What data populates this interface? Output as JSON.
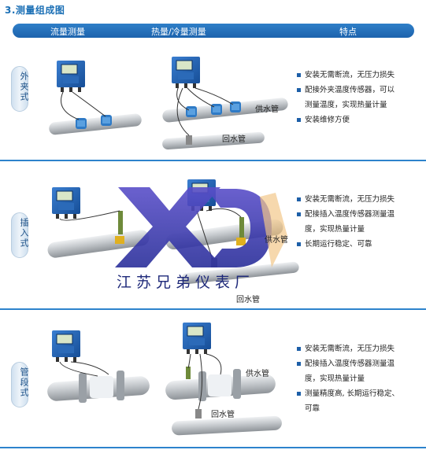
{
  "title": "3.测量组成图",
  "header": {
    "col1": "流量测量",
    "col2": "热量/冷量测量",
    "col3": "特点"
  },
  "sections": [
    {
      "tab": "外夹式",
      "supply_label": "供水管",
      "return_label": "回水管",
      "features": [
        [
          "安装无需断流，无压力损失"
        ],
        [
          "配接外夹温度传感器，可以",
          "测量温度，实现热量计量"
        ],
        [
          "安装维修方便"
        ]
      ]
    },
    {
      "tab": "插入式",
      "supply_label": "供水管",
      "return_label": "回水管",
      "features": [
        [
          "安装无需断流，无压力损失"
        ],
        [
          "配接插入温度传感器测量温",
          "度，实现热量计量"
        ],
        [
          "长期运行稳定、可靠"
        ]
      ]
    },
    {
      "tab": "管段式",
      "supply_label": "供水管",
      "return_label": "回水管",
      "features": [
        [
          "安装无需断流，无压力损失"
        ],
        [
          "配接插入温度传感器测量温",
          "度，实现热量计量"
        ],
        [
          "测量精度高, 长期运行稳定、",
          "可靠"
        ]
      ]
    }
  ],
  "watermark": {
    "logo_text": "XD",
    "company": "江苏兄弟仪表厂"
  },
  "colors": {
    "accent": "#2d83cc",
    "device": "#1f5fb3",
    "pipe": "#b9bdc2",
    "watermark": "#3a3fae"
  }
}
